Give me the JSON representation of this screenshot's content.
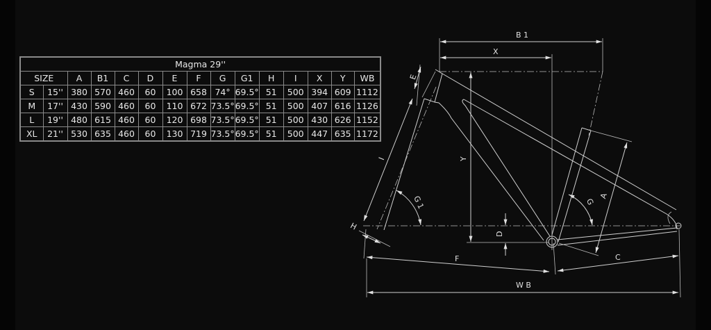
{
  "table": {
    "title": "Magma 29''",
    "headers": [
      "SIZE",
      "A",
      "B1",
      "C",
      "D",
      "E",
      "F",
      "G",
      "G1",
      "H",
      "I",
      "X",
      "Y",
      "WB"
    ],
    "rows": [
      [
        "S",
        "15''",
        "380",
        "570",
        "460",
        "60",
        "100",
        "658",
        "74°",
        "69.5°",
        "51",
        "500",
        "394",
        "609",
        "1112"
      ],
      [
        "M",
        "17''",
        "430",
        "590",
        "460",
        "60",
        "110",
        "672",
        "73.5°",
        "69.5°",
        "51",
        "500",
        "407",
        "616",
        "1126"
      ],
      [
        "L",
        "19''",
        "480",
        "615",
        "460",
        "60",
        "120",
        "698",
        "73.5°",
        "69.5°",
        "51",
        "500",
        "430",
        "626",
        "1152"
      ],
      [
        "XL",
        "21''",
        "530",
        "635",
        "460",
        "60",
        "130",
        "719",
        "73.5°",
        "69.5°",
        "51",
        "500",
        "447",
        "635",
        "1172"
      ]
    ]
  },
  "diagram": {
    "labels": {
      "B1": "B 1",
      "X": "X",
      "E": "E",
      "I": "I",
      "Y": "Y",
      "G1": "G 1",
      "G": "G",
      "A": "A",
      "D": "D",
      "H": "H",
      "F": "F",
      "C": "C",
      "WB": "W B"
    }
  }
}
